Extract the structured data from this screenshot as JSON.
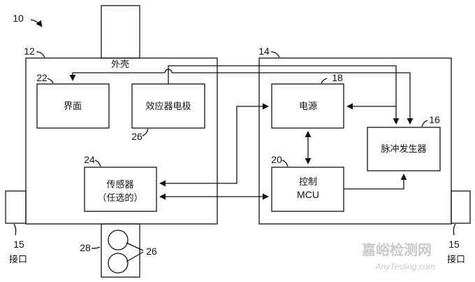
{
  "labels": {
    "housing": "外壳",
    "interface": "界面",
    "effector_electrode": "效应器电极",
    "sensor_line1": "传感器",
    "sensor_line2": "（任选的）",
    "power": "电源",
    "pulse_generator": "脉冲发生器",
    "control_line1": "控制",
    "control_line2": "MCU",
    "port_left": "接口",
    "port_right": "接口"
  },
  "ref_numbers": {
    "device": "10",
    "left_unit": "12",
    "right_unit": "14",
    "port_left": "15",
    "port_right": "15",
    "control": "20",
    "interface": "22",
    "sensor": "24",
    "electrode": "26",
    "electrode_bottom": "26",
    "pulse_generator": "16",
    "power": "18",
    "electrode_housing": "28"
  },
  "watermark": {
    "cn": "嘉峪检测网",
    "en": "AnyTesting.com"
  },
  "colors": {
    "line": "#111111",
    "watermark": "#c9c9c9"
  }
}
